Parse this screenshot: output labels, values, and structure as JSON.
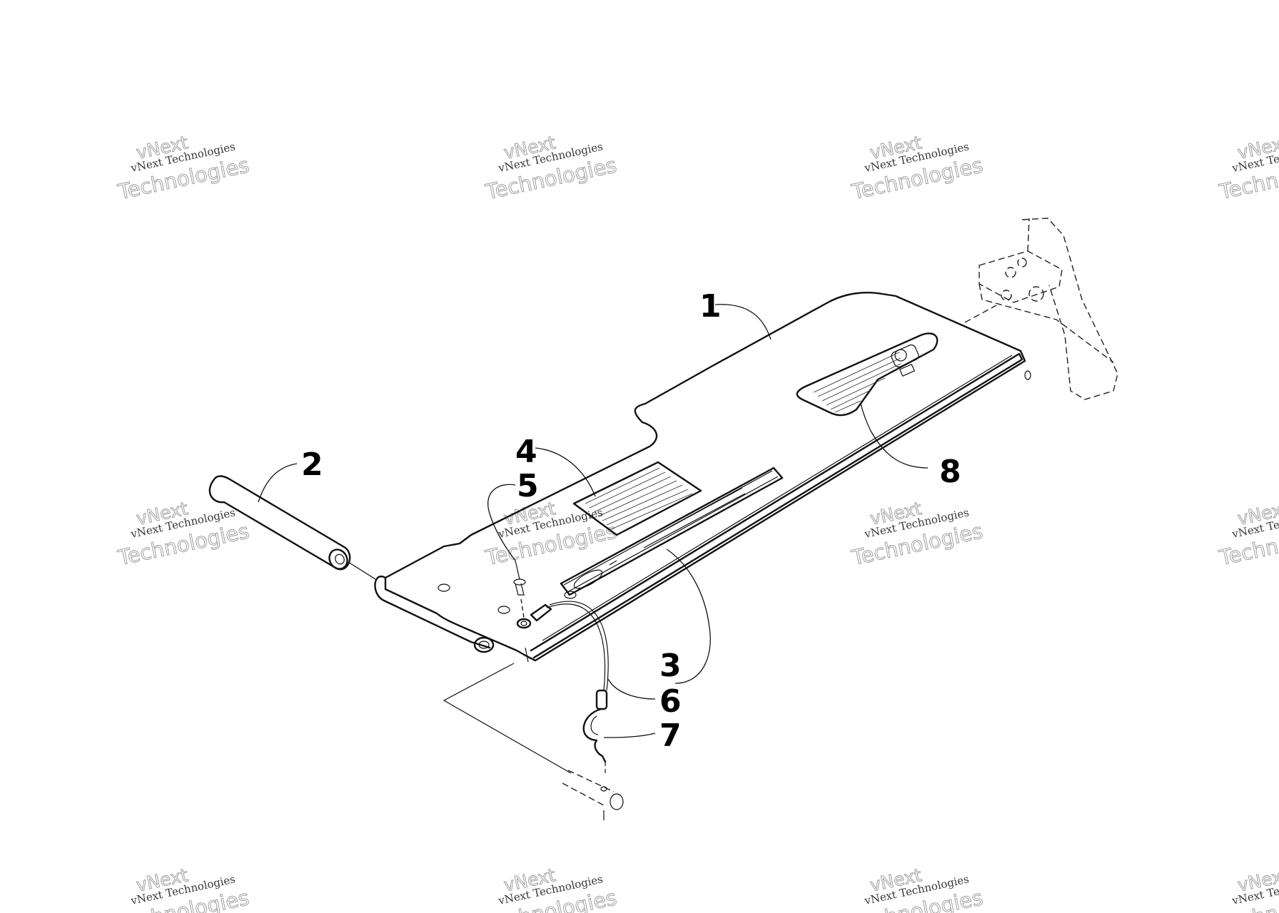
{
  "callouts": {
    "c1": "1",
    "c2": "2",
    "c3": "3",
    "c4": "4",
    "c5": "5",
    "c6": "6",
    "c7": "7",
    "c8": "8"
  },
  "watermark": {
    "line1": "vNext Technologies",
    "line2": "Technologies",
    "line3": "vNext"
  }
}
